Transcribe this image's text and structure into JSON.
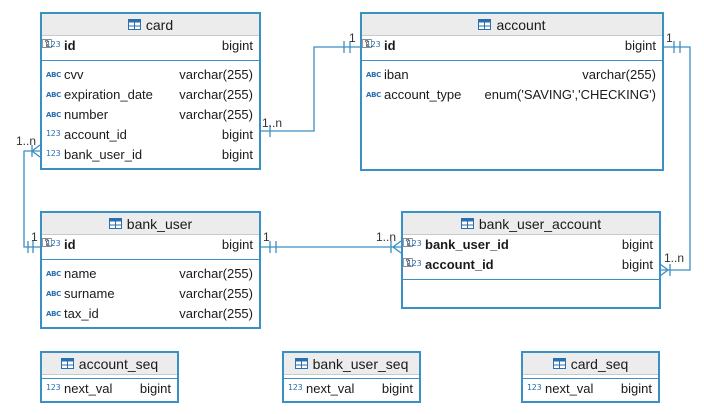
{
  "tables": {
    "card": {
      "title": "card",
      "columns": [
        {
          "name": "id",
          "type": "bigint",
          "icon": "123",
          "key": true
        },
        {
          "name": "cvv",
          "type": "varchar(255)",
          "icon": "ABC"
        },
        {
          "name": "expiration_date",
          "type": "varchar(255)",
          "icon": "ABC"
        },
        {
          "name": "number",
          "type": "varchar(255)",
          "icon": "ABC"
        },
        {
          "name": "account_id",
          "type": "bigint",
          "icon": "123"
        },
        {
          "name": "bank_user_id",
          "type": "bigint",
          "icon": "123"
        }
      ]
    },
    "account": {
      "title": "account",
      "columns": [
        {
          "name": "id",
          "type": "bigint",
          "icon": "123",
          "key": true
        },
        {
          "name": "iban",
          "type": "varchar(255)",
          "icon": "ABC"
        },
        {
          "name": "account_type",
          "type": "enum('SAVING','CHECKING')",
          "icon": "ABC"
        }
      ]
    },
    "bank_user": {
      "title": "bank_user",
      "columns": [
        {
          "name": "id",
          "type": "bigint",
          "icon": "123",
          "key": true
        },
        {
          "name": "name",
          "type": "varchar(255)",
          "icon": "ABC"
        },
        {
          "name": "surname",
          "type": "varchar(255)",
          "icon": "ABC"
        },
        {
          "name": "tax_id",
          "type": "varchar(255)",
          "icon": "ABC"
        }
      ]
    },
    "bank_user_account": {
      "title": "bank_user_account",
      "columns": [
        {
          "name": "bank_user_id",
          "type": "bigint",
          "icon": "123",
          "key": true
        },
        {
          "name": "account_id",
          "type": "bigint",
          "icon": "123",
          "key": true
        }
      ]
    },
    "account_seq": {
      "title": "account_seq",
      "columns": [
        {
          "name": "next_val",
          "type": "bigint",
          "icon": "123"
        }
      ]
    },
    "bank_user_seq": {
      "title": "bank_user_seq",
      "columns": [
        {
          "name": "next_val",
          "type": "bigint",
          "icon": "123"
        }
      ]
    },
    "card_seq": {
      "title": "card_seq",
      "columns": [
        {
          "name": "next_val",
          "type": "bigint",
          "icon": "123"
        }
      ]
    }
  },
  "cardinality": {
    "card_account_many": "1..n",
    "card_account_one": "1",
    "card_user_many": "1..n",
    "card_user_one": "1",
    "user_link_one": "1",
    "user_link_many": "1..n",
    "account_link_one": "1",
    "account_link_many": "1..n"
  },
  "colors": {
    "border": "#3a8fc4",
    "header": "#ececec",
    "line": "#3a8fc4"
  }
}
